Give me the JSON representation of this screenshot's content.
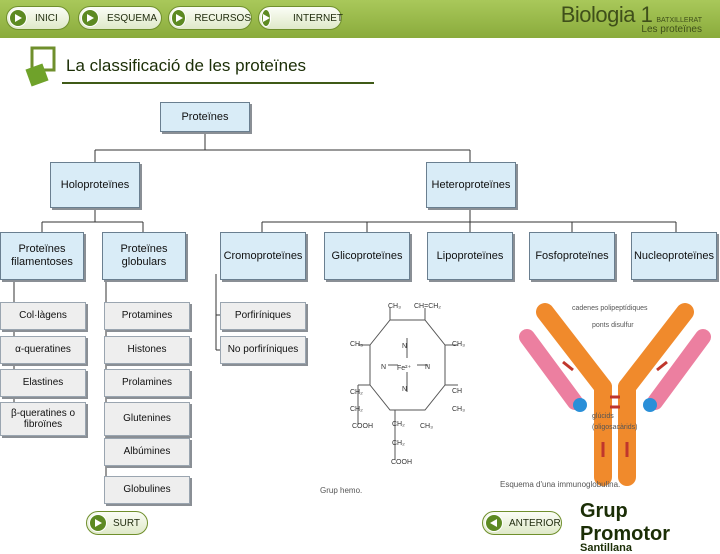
{
  "nav": {
    "inici": "INICI",
    "esquema": "ESQUEMA",
    "recursos": "RECURSOS",
    "internet": "INTERNET"
  },
  "brand": {
    "title": "Biologia 1",
    "subtitle": "BATXILLERAT",
    "section": "Les proteïnes"
  },
  "page_title": "La classificació de les proteïnes",
  "diagram": {
    "root": "Proteïnes",
    "holo": "Holoproteïnes",
    "hetero": "Heteroproteïnes",
    "filamentoses": "Proteïnes filamentoses",
    "globulars": "Proteïnes globulars",
    "hetero_types": [
      "Cromoproteïnes",
      "Glicoproteïnes",
      "Lipoproteïnes",
      "Fosfoproteïnes",
      "Nucleoproteïnes"
    ],
    "filamentoses_items": [
      "Col·làgens",
      "α-queratines",
      "Elastines",
      "β-queratines o fibroïnes"
    ],
    "globulars_items": [
      "Protamines",
      "Histones",
      "Prolamines",
      "Glutenines",
      "Albúmines",
      "Globulines"
    ],
    "cromo_items": [
      "Porfiríniques",
      "No porfiríniques"
    ]
  },
  "hemo": {
    "caption": "Grup hemo.",
    "labels": [
      "CH₃",
      "CH=CH₂",
      "CH₃",
      "CH₃",
      "N",
      "N",
      "Fe²⁺",
      "N",
      "N",
      "CH₂",
      "CH₂",
      "COOH",
      "CH",
      "CH₃",
      "CH₂",
      "CH₂",
      "COOH",
      "CH₃"
    ]
  },
  "antibody": {
    "caption": "Esquema d'una immunoglobulina.",
    "label_heavy": "cadenes polipeptídiques",
    "label_bridges": "ponts disulfur",
    "label_glucids": "glúcids",
    "label_glucids2": "(oligosacàrids)"
  },
  "footer": {
    "surt": "SURT",
    "anterior": "ANTERIOR",
    "logo1": "Grup Promotor",
    "logo2": "Santillana"
  },
  "colors": {
    "topbar": "#9bbb4a",
    "box_blue": "#d9ecf7",
    "heavy_chain": "#f08a2c",
    "light_chain": "#ec7fa0",
    "glucid": "#2a8fd8"
  }
}
